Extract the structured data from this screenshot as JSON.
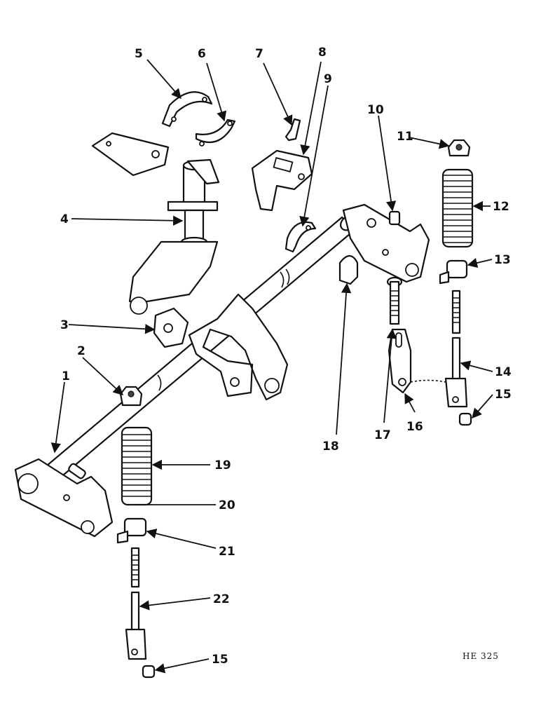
{
  "diagram": {
    "callouts": [
      "1",
      "2",
      "3",
      "4",
      "5",
      "6",
      "7",
      "8",
      "9",
      "10",
      "11",
      "12",
      "13",
      "14",
      "15",
      "16",
      "17",
      "18",
      "19",
      "20",
      "21",
      "22",
      "15"
    ],
    "reference_code": "HE 325"
  }
}
